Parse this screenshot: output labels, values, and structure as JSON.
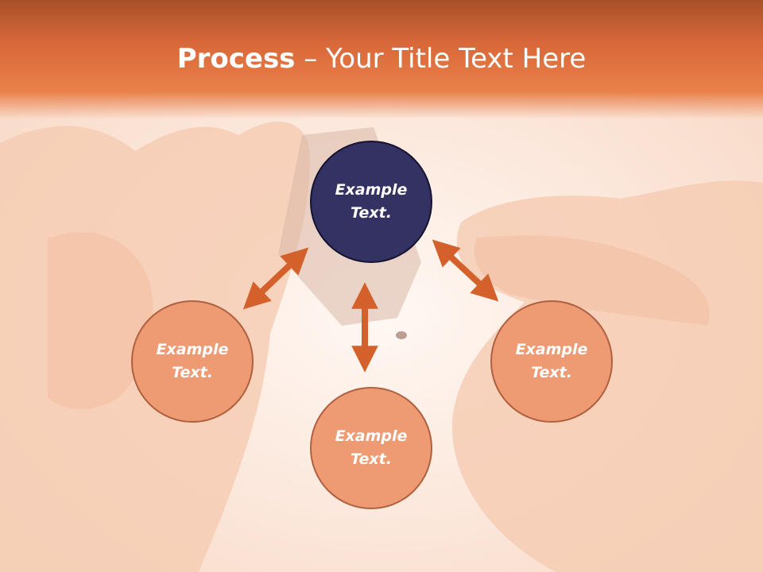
{
  "slide": {
    "title_bold": "Process",
    "title_rest": " – Your Title Text Here"
  },
  "nodes": {
    "center": "Example Text.",
    "left": "Example Text.",
    "bottom": "Example Text.",
    "right": "Example Text."
  },
  "colors": {
    "header": "#e07a45",
    "center_node": "#343163",
    "outer_nodes": "#ee9a73",
    "arrows": "#d4612b"
  }
}
